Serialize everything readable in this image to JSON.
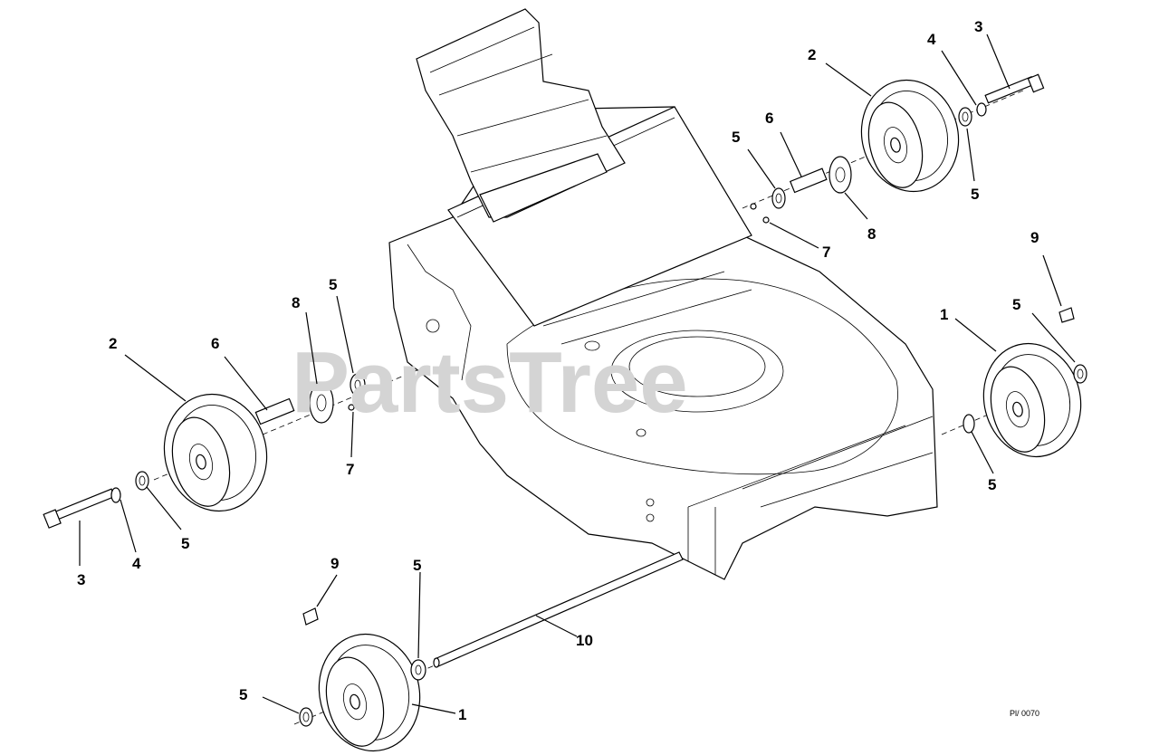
{
  "watermark": "PartsTree",
  "figure_code": "Pl/ 0070",
  "callouts": {
    "c1a": "1",
    "c1b": "1",
    "c2a": "2",
    "c2b": "2",
    "c3a": "3",
    "c3b": "3",
    "c4a": "4",
    "c4b": "4",
    "c5a": "5",
    "c5b": "5",
    "c5c": "5",
    "c5d": "5",
    "c5e": "5",
    "c5f": "5",
    "c5g": "5",
    "c5h": "5",
    "c6a": "6",
    "c6b": "6",
    "c7a": "7",
    "c7b": "7",
    "c8a": "8",
    "c8b": "8",
    "c9a": "9",
    "c9b": "9",
    "c10": "10"
  }
}
